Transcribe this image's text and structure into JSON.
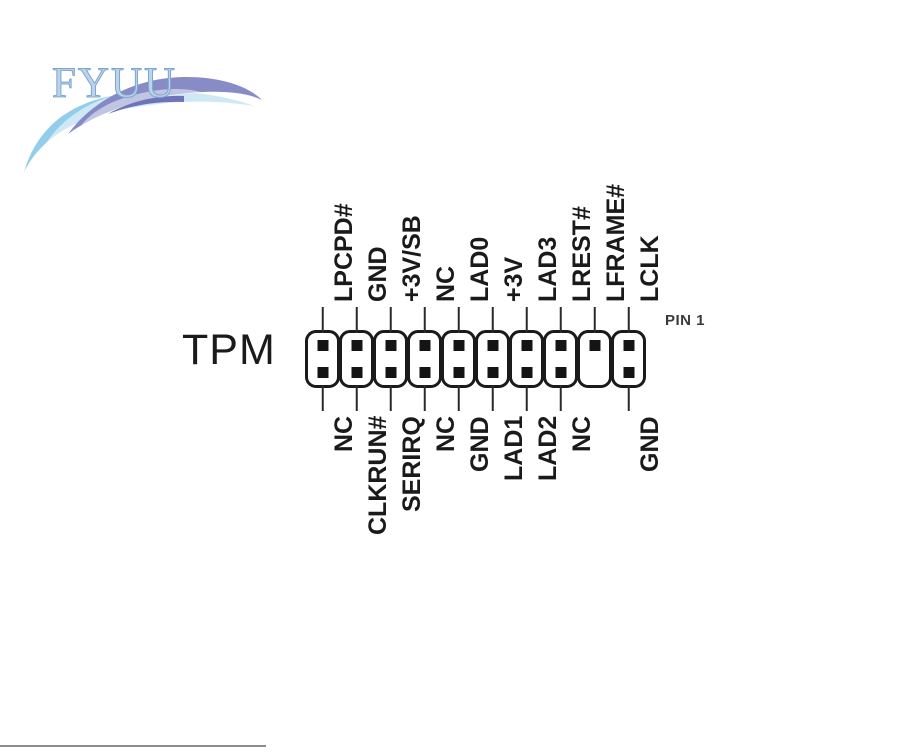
{
  "logo": {
    "wordmark": "FYUU",
    "swoosh_color_light": "#7fc4e8",
    "swoosh_color_dark": "#7b7fc0",
    "wordmark_color": "#bcd4ea"
  },
  "diagram": {
    "component_label": "TPM",
    "pin1_label": "PIN 1",
    "cell_count": 10,
    "line_color": "#1a1a1a",
    "pad_color": "#141414",
    "top_labels": [
      "LPCPD#",
      "GND",
      "+3V/SB",
      "NC",
      "LAD0",
      "+3V",
      "LAD3",
      "LREST#",
      "LFRAME#",
      "LCLK"
    ],
    "bottom_labels": [
      "NC",
      "CLKRUN#",
      "SERIRQ",
      "NC",
      "GND",
      "LAD1",
      "LAD2",
      "NC",
      "",
      "GND"
    ],
    "top_pins_present": [
      true,
      true,
      true,
      true,
      true,
      true,
      true,
      true,
      true,
      true
    ],
    "bottom_pins_present": [
      true,
      true,
      true,
      true,
      true,
      true,
      true,
      true,
      false,
      true
    ]
  }
}
